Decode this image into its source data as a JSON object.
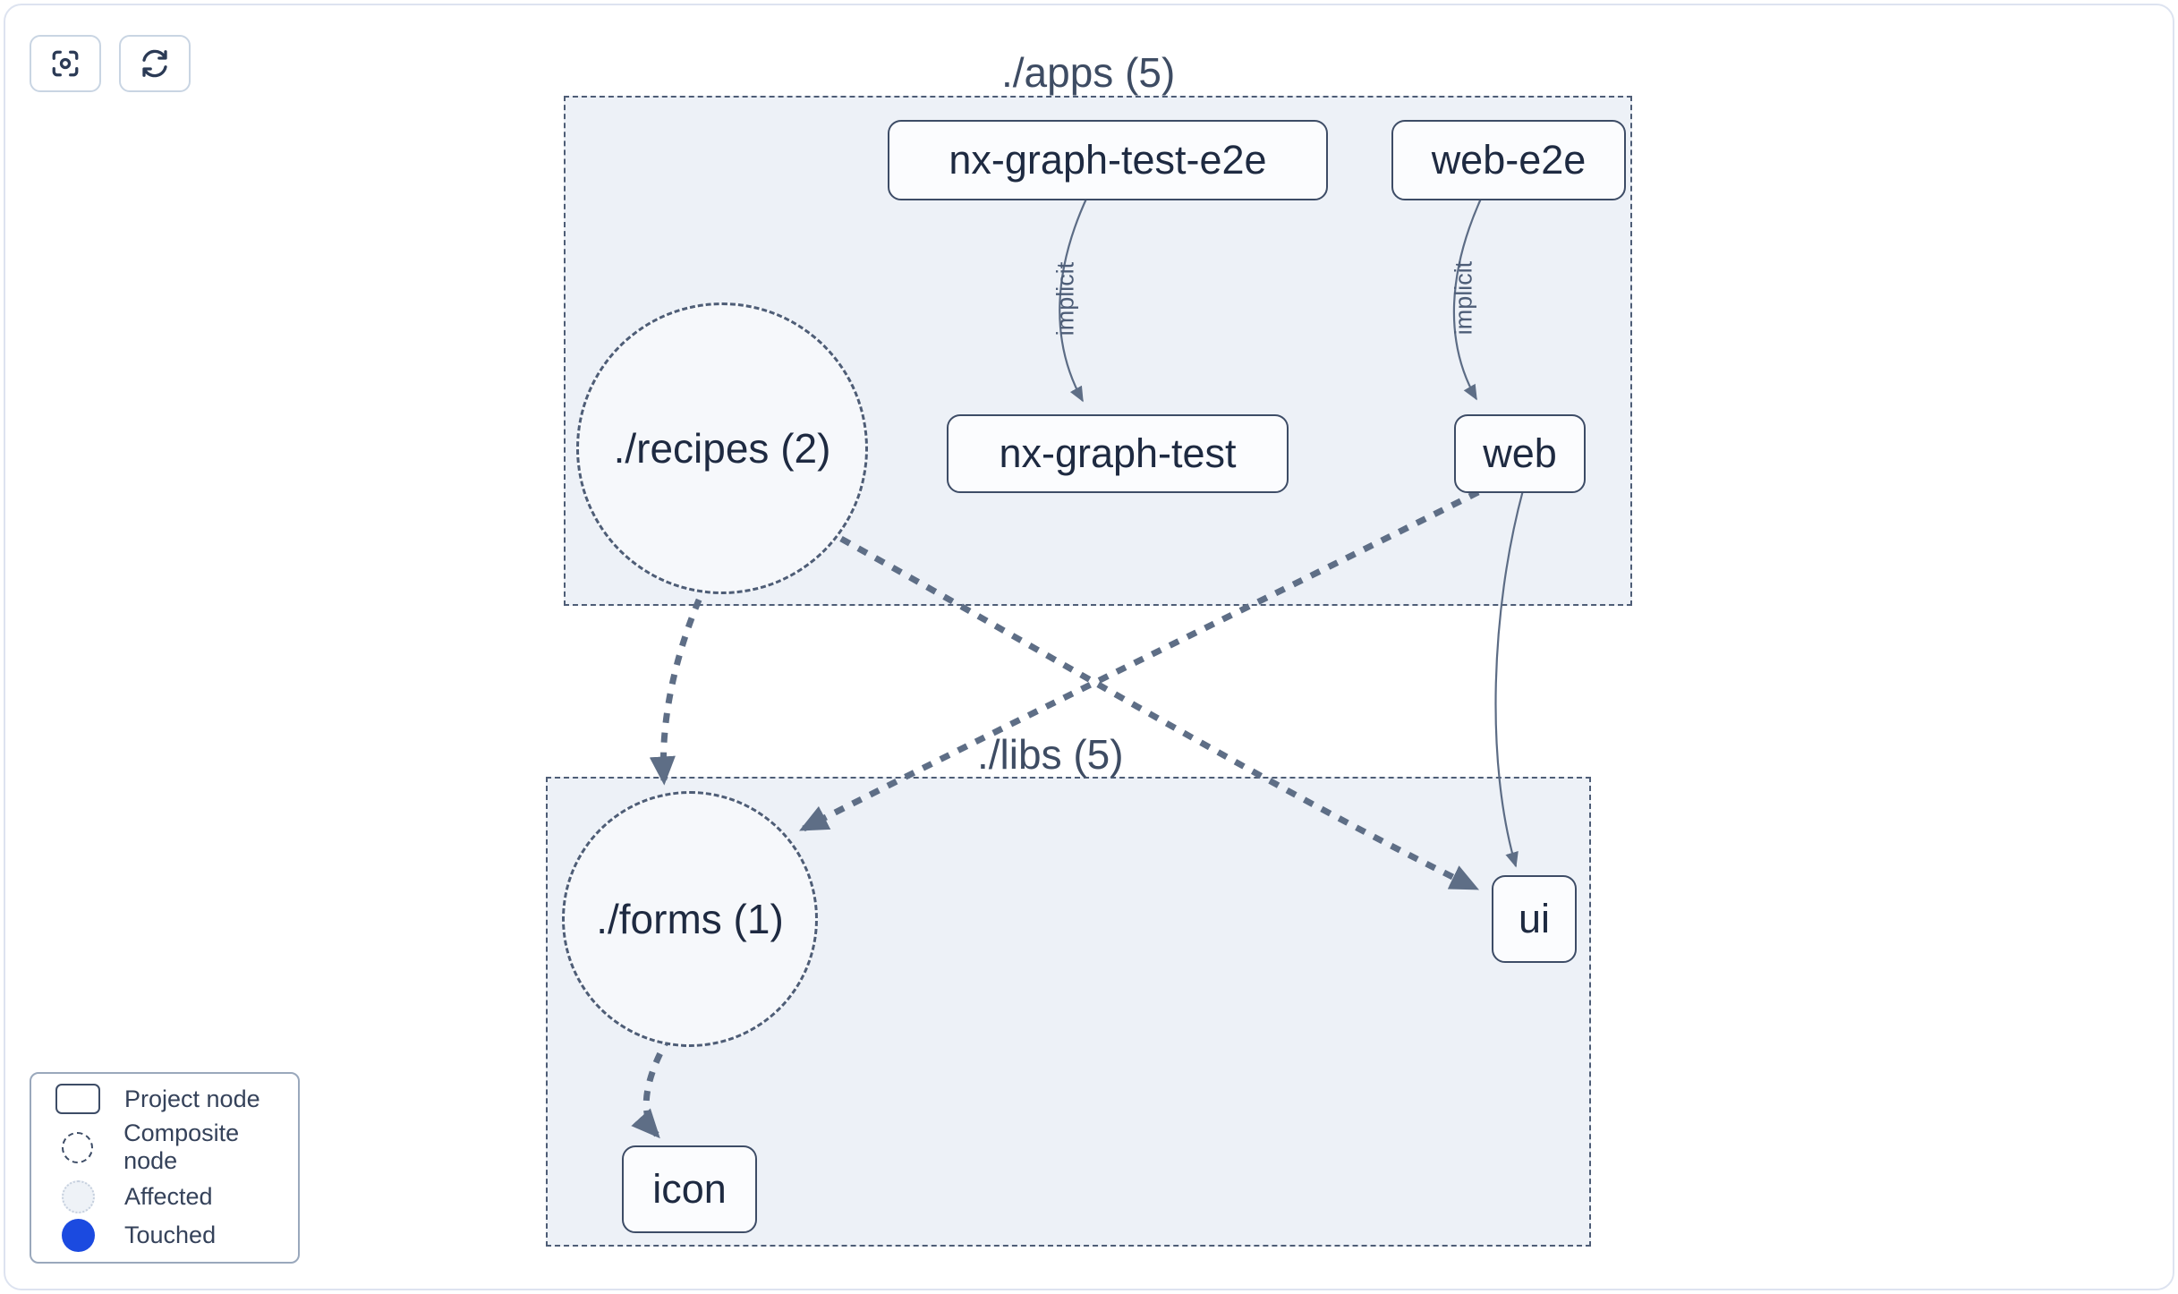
{
  "toolbar": {
    "zoom_to_fit": {
      "icon": "scan-focus-icon"
    },
    "refresh": {
      "icon": "refresh-icon"
    }
  },
  "graph": {
    "clusters": {
      "apps": {
        "label": "./apps (5)"
      },
      "libs": {
        "label": "./libs (5)"
      }
    },
    "nodes": {
      "nx_graph_test_e2e": {
        "label": "nx-graph-test-e2e",
        "type": "project",
        "cluster": "./apps"
      },
      "web_e2e": {
        "label": "web-e2e",
        "type": "project",
        "cluster": "./apps"
      },
      "recipes": {
        "label": "./recipes (2)",
        "type": "composite",
        "cluster": "./apps"
      },
      "nx_graph_test": {
        "label": "nx-graph-test",
        "type": "project",
        "cluster": "./apps"
      },
      "web": {
        "label": "web",
        "type": "project",
        "cluster": "./apps"
      },
      "forms": {
        "label": "./forms (1)",
        "type": "composite",
        "cluster": "./libs"
      },
      "ui": {
        "label": "ui",
        "type": "project",
        "cluster": "./libs"
      },
      "icon": {
        "label": "icon",
        "type": "project",
        "cluster": "./libs"
      }
    },
    "edges": {
      "e2e_to_nx_graph_test": {
        "from": "nx-graph-test-e2e",
        "to": "nx-graph-test",
        "label": "implicit",
        "style": "thin-solid"
      },
      "web_e2e_to_web": {
        "from": "web-e2e",
        "to": "web",
        "label": "implicit",
        "style": "thin-solid"
      },
      "recipes_to_forms": {
        "from": "./recipes (2)",
        "to": "./forms (1)",
        "label": "",
        "style": "thick-dashed"
      },
      "recipes_to_ui": {
        "from": "./recipes (2)",
        "to": "ui",
        "label": "",
        "style": "thick-dashed"
      },
      "web_to_forms": {
        "from": "web",
        "to": "./forms (1)",
        "label": "",
        "style": "thick-dashed"
      },
      "web_to_ui": {
        "from": "web",
        "to": "ui",
        "label": "",
        "style": "thin-solid"
      },
      "forms_to_icon": {
        "from": "./forms (1)",
        "to": "icon",
        "label": "",
        "style": "thick-dashed"
      }
    }
  },
  "legend": {
    "items": [
      {
        "swatch": "project-node",
        "label": "Project node"
      },
      {
        "swatch": "composite-node",
        "label": "Composite node"
      },
      {
        "swatch": "affected",
        "label": "Affected"
      },
      {
        "swatch": "touched",
        "label": "Touched"
      }
    ]
  },
  "colors": {
    "touched_blue": "#1b4ae0",
    "edge_gray": "#5e6e86",
    "cluster_fill": "#edf1f7",
    "node_border": "#3d4c66",
    "node_text": "#1e2a41",
    "frame_border": "#dde3f0"
  }
}
